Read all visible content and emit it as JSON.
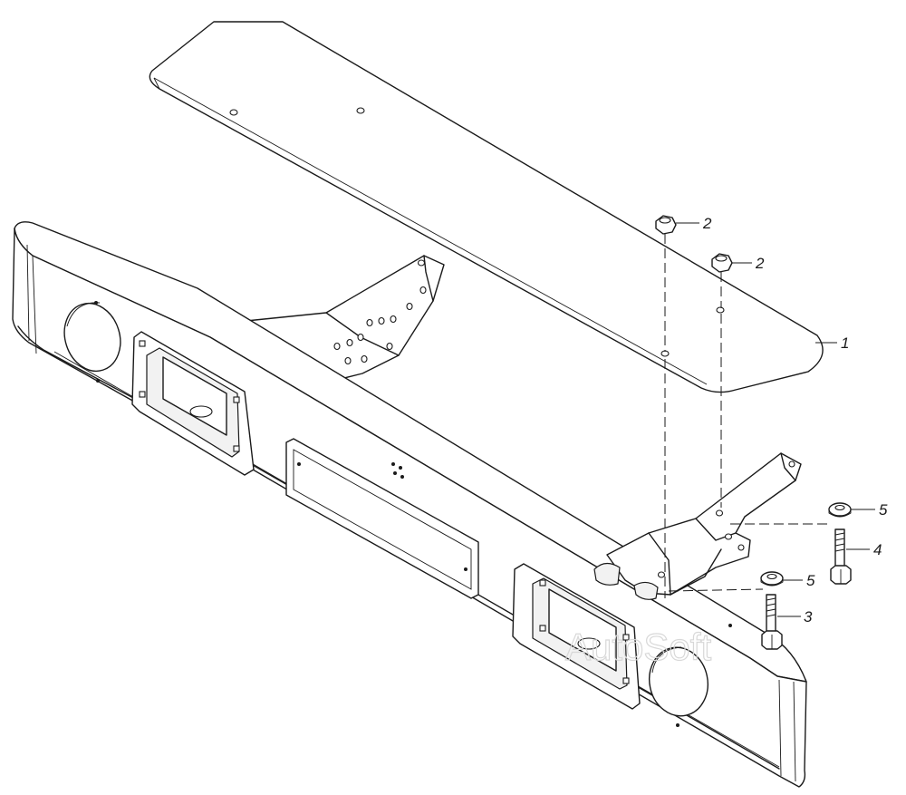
{
  "diagram": {
    "type": "exploded-assembly-drawing",
    "callouts": [
      {
        "id": "c1",
        "label": "1"
      },
      {
        "id": "c2a",
        "label": "2"
      },
      {
        "id": "c2b",
        "label": "2"
      },
      {
        "id": "c3",
        "label": "3"
      },
      {
        "id": "c4",
        "label": "4"
      },
      {
        "id": "c5a",
        "label": "5"
      },
      {
        "id": "c5b",
        "label": "5"
      }
    ],
    "watermark": "AutoSoft"
  }
}
